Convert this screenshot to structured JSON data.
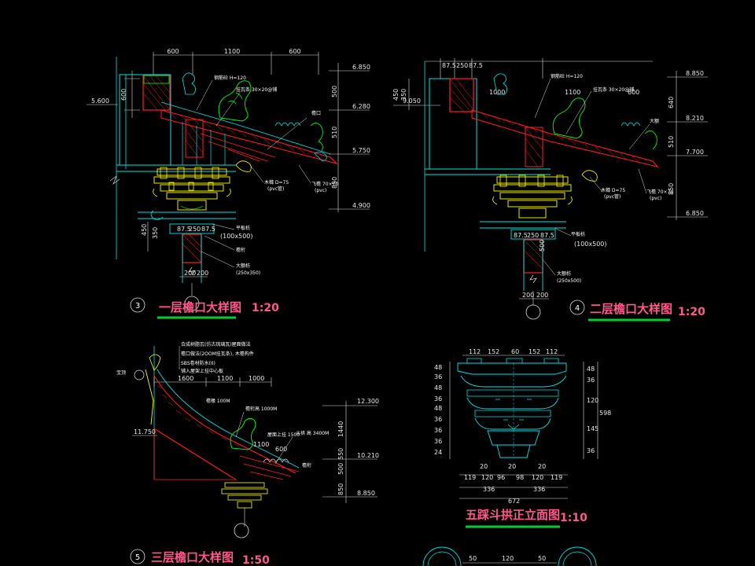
{
  "drawings": [
    {
      "id": "detail-3",
      "number": "3",
      "title": "一层檐口大样图",
      "scale": "1:20",
      "top_dims": [
        "600",
        "1100",
        "600"
      ],
      "left_dims": [
        "600",
        "450",
        "350"
      ],
      "elevations": [
        "6.850",
        "5.600",
        "6.280",
        "5.750",
        "4.900"
      ],
      "right_dims": [
        "500",
        "510",
        "850"
      ],
      "bottom_dims": [
        "200",
        "200"
      ],
      "bracket_dims": [
        "87.5",
        "250",
        "87.5"
      ],
      "annotations": [
        "钢筋砼 H=120",
        "挂瓦条 30×20@铺",
        "檐口",
        "木橼 D=75",
        "(pvc管)",
        "飞檐 70×70",
        "(pvc)",
        "平板枋",
        "(100x500)",
        "檐桁",
        "大额枋",
        "(250x350)"
      ]
    },
    {
      "id": "detail-4",
      "number": "4",
      "title": "二层檐口大样图",
      "scale": "1:20",
      "top_dims": [
        "87.5",
        "250",
        "87.5",
        "1100",
        "600"
      ],
      "left_dims": [
        "450",
        "350",
        "1000"
      ],
      "elevations": [
        "8.850",
        "9.050",
        "8.210",
        "7.700",
        "6.850"
      ],
      "right_dims": [
        "640",
        "510",
        "850"
      ],
      "bottom_dims": [
        "200",
        "200"
      ],
      "bracket_dims": [
        "87.5",
        "250",
        "87.5"
      ],
      "annotations": [
        "钢筋砼 H=120",
        "挂瓦条 30×20@铺",
        "大额",
        "木橼 D=75",
        "(pvc管)",
        "飞檐 70×70",
        "(pvc)",
        "平板枋",
        "(100x500)",
        "500",
        "大额枋",
        "(250x500)"
      ]
    },
    {
      "id": "detail-5",
      "number": "5",
      "title": "三层檐口大样图",
      "scale": "1:50",
      "top_dims": [
        "1600",
        "1100",
        "1000"
      ],
      "left_elevation": "11.750",
      "elevations": [
        "12.300",
        "10.210",
        "8.850"
      ],
      "right_dims": [
        "1440",
        "550",
        "500",
        "850"
      ],
      "mid_dims": [
        "1100",
        "600"
      ],
      "annotations": [
        "合成树脂瓦(仿古琉璃瓦)屋面做法",
        "檐口做法(2OOM挂瓦条), 木檐构件",
        "SBS卷材防水(II)",
        "铺入屋架上挂中心板",
        "宝顶",
        "檐椽 100M",
        "檐桁高 1000M",
        "屋面上挂 1500",
        "斗拱 高 3400M",
        "檐桁"
      ]
    },
    {
      "id": "detail-bracket",
      "title": "五踩斗拱正立面图",
      "scale": "1:10",
      "top_dims": [
        "112",
        "152",
        "60",
        "152",
        "112"
      ],
      "bottom_dims_1": [
        "119",
        "120",
        "96",
        "98",
        "120",
        "119"
      ],
      "bottom_dims_2": [
        "336",
        "336"
      ],
      "bottom_total": "672",
      "bottom_small": [
        "20",
        "20",
        "20"
      ],
      "left_dims": [
        "48",
        "36",
        "48",
        "36",
        "48",
        "36",
        "36",
        "36",
        "24"
      ],
      "right_dims": [
        "48",
        "36",
        "120",
        "145",
        "36"
      ],
      "right_total": "598"
    }
  ],
  "partial_bottom_dims": [
    "50",
    "120",
    "50"
  ],
  "colors": {
    "background": "#000000",
    "line_cyan": "#00e0e0",
    "line_green": "#00ff00",
    "line_yellow": "#ffff00",
    "line_red": "#ff2020",
    "text_white": "#ffffff",
    "title_pink": "#ff5a8c",
    "underline_green": "#00cc33"
  }
}
